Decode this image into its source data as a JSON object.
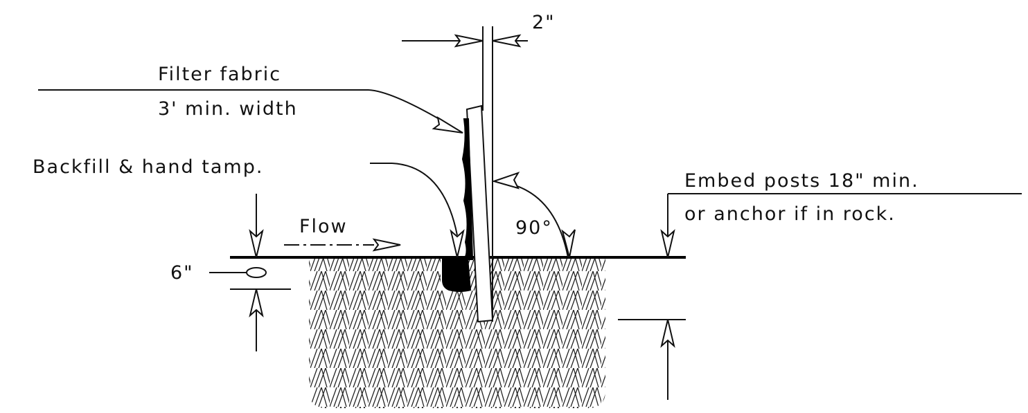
{
  "labels": {
    "dimension_top": "2\"",
    "filter_fabric_line1": "Filter fabric",
    "filter_fabric_line2": "3' min. width",
    "backfill": "Backfill & hand tamp.",
    "embed_line1": "Embed posts 18\" min.",
    "embed_line2": "or anchor if in rock.",
    "flow": "Flow",
    "angle": "90°",
    "trench_depth": "6\""
  },
  "colors": {
    "line": "#111111",
    "fill_dark": "#000000",
    "hatch": "#222222",
    "background": "#ffffff"
  }
}
